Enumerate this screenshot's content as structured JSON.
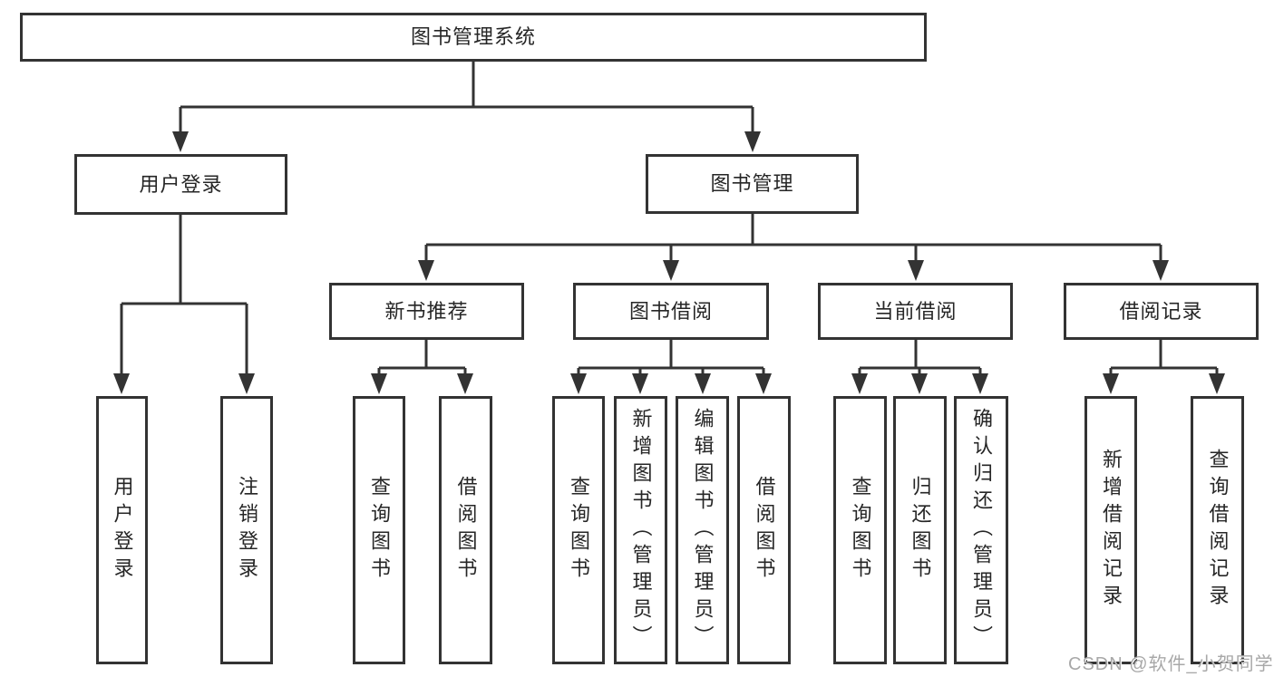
{
  "colors": {
    "line": "#333333",
    "text": "#262626",
    "background": "#ffffff",
    "watermark": "#a8a8a8"
  },
  "root": {
    "label": "图书管理系统"
  },
  "user_login": {
    "label": "用户登录",
    "children": [
      {
        "label": "用户登录"
      },
      {
        "label": "注销登录"
      }
    ]
  },
  "book_mgmt": {
    "label": "图书管理",
    "sections": [
      {
        "label": "新书推荐",
        "children": [
          {
            "label": "查询图书"
          },
          {
            "label": "借阅图书"
          }
        ]
      },
      {
        "label": "图书借阅",
        "children": [
          {
            "label": "查询图书"
          },
          {
            "label": "新增图书（管理员）"
          },
          {
            "label": "编辑图书（管理员）"
          },
          {
            "label": "借阅图书"
          }
        ]
      },
      {
        "label": "当前借阅",
        "children": [
          {
            "label": "查询图书"
          },
          {
            "label": "归还图书"
          },
          {
            "label": "确认归还（管理员）"
          }
        ]
      },
      {
        "label": "借阅记录",
        "children": [
          {
            "label": "新增借阅记录"
          },
          {
            "label": "查询借阅记录"
          }
        ]
      }
    ]
  },
  "watermark": "CSDN @软件_小贺同学"
}
